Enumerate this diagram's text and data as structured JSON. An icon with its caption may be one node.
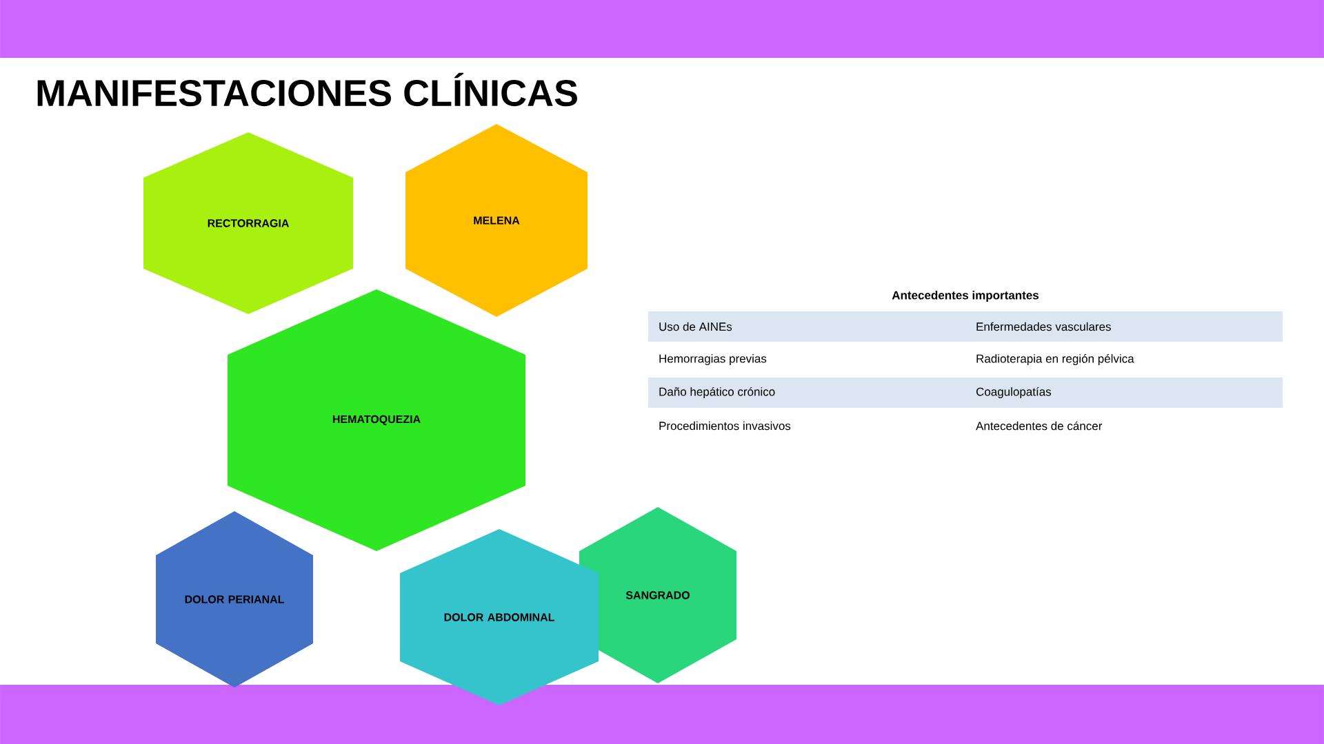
{
  "diagram": {
    "title": "MANIFESTACIONES CLÍNICAS",
    "nodes": [
      {
        "text": [
          "RECTORRAGIA"
        ]
      },
      {
        "text": [
          "MELENA"
        ]
      },
      {
        "text": [
          "HEMATOQUEZIA"
        ]
      },
      {
        "text": [
          "DOLOR PERIANAL"
        ]
      },
      {
        "text": [
          "DOLOR ABDOMINAL"
        ]
      },
      {
        "text": [
          "SANGRADO"
        ]
      }
    ],
    "labels": [
      "Antecedentes importantes",
      "Uso de AINEs",
      "Enfermedades vasculares",
      "Hemorragias previas",
      "Radioterapia en región pélvica",
      "Daño hepático crónico",
      "Coagulopatías",
      "Procedimientos invasivos",
      "Antecedentes de cáncer"
    ]
  }
}
